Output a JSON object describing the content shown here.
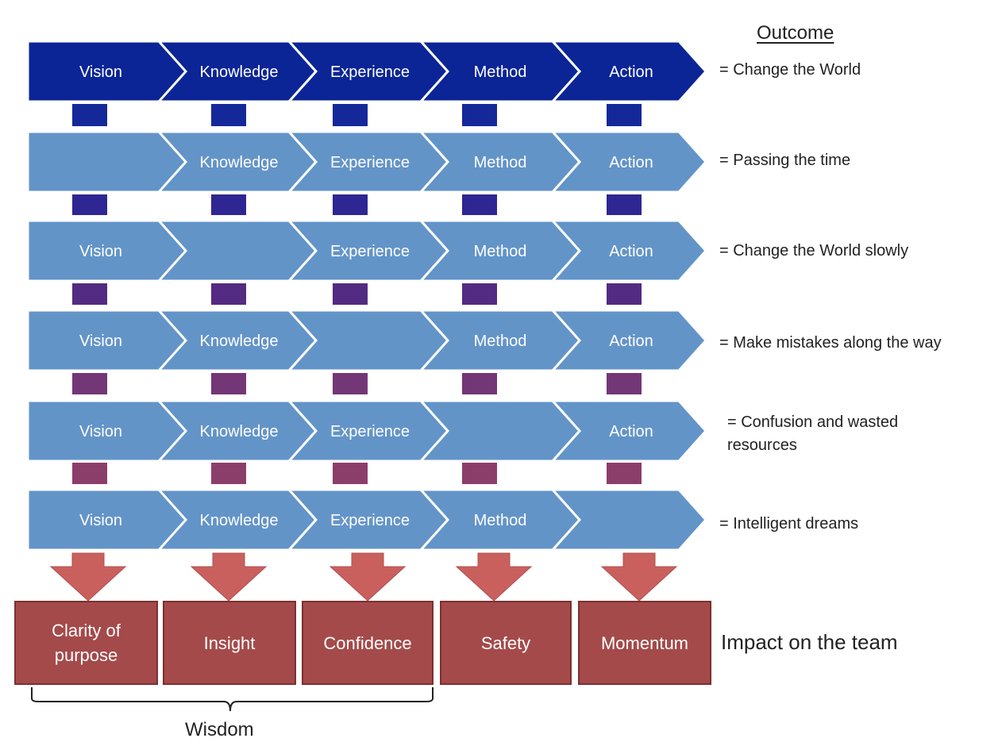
{
  "outcome_heading": "Outcome",
  "rows": [
    {
      "steps": [
        "Vision",
        "Knowledge",
        "Experience",
        "Method",
        "Action"
      ],
      "outcome": "= Change the World",
      "highlight": true
    },
    {
      "steps": [
        "",
        "Knowledge",
        "Experience",
        "Method",
        "Action"
      ],
      "outcome": "= Passing the time",
      "highlight": false
    },
    {
      "steps": [
        "Vision",
        "",
        "Experience",
        "Method",
        "Action"
      ],
      "outcome": "= Change the World slowly",
      "highlight": false
    },
    {
      "steps": [
        "Vision",
        "Knowledge",
        "",
        "Method",
        "Action"
      ],
      "outcome": "= Make mistakes along the way",
      "highlight": false
    },
    {
      "steps": [
        "Vision",
        "Knowledge",
        "Experience",
        "",
        "Action"
      ],
      "outcome": "= Confusion and wasted resources",
      "highlight": false
    },
    {
      "steps": [
        "Vision",
        "Knowledge",
        "Experience",
        "Method",
        ""
      ],
      "outcome": "= Intelligent dreams",
      "highlight": false
    }
  ],
  "impacts": [
    "Clarity of\npurpose",
    "Insight",
    "Confidence",
    "Safety",
    "Momentum"
  ],
  "impact_label": "Impact on the team",
  "wisdom_label": "Wisdom",
  "colors": {
    "dark_chevron": "#0b2596",
    "light_chevron": "#6394c8",
    "connectors": [
      "#14289a",
      "#2e2692",
      "#532b82",
      "#733676",
      "#8c3e6a",
      "#b4545c"
    ],
    "down_arrow": "#c9605e",
    "impact_box": "#a44a4a"
  }
}
